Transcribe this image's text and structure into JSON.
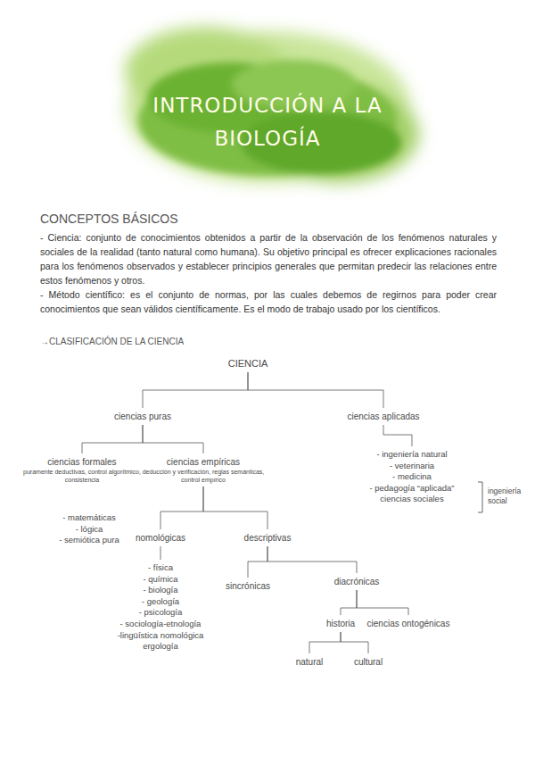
{
  "diagram": {
    "title": "INTRODUCCIÓN A LA BIOLOGÍA",
    "nodes": [
      {
        "text": [
          "CIENCIA"
        ]
      },
      {
        "text": [
          "ciencias puras"
        ]
      },
      {
        "text": [
          "ciencias aplicadas"
        ]
      },
      {
        "text": [
          "ciencias formales",
          "puramente deductivas, control algorítmico, consistencia"
        ]
      },
      {
        "text": [
          "ciencias empíricas",
          "deducción y verificación, reglas semánticas, control empírico"
        ]
      },
      {
        "text": [
          "- matemáticas",
          "- lógica",
          "- semiótica pura"
        ]
      },
      {
        "text": [
          "nomológicas"
        ]
      },
      {
        "text": [
          "descriptivas"
        ]
      },
      {
        "text": [
          "- física",
          "- química",
          "- biología",
          "- geología",
          "- psicología",
          "- sociología-etnología",
          "-lingüística nomológica",
          "ergología"
        ]
      },
      {
        "text": [
          "sincrónicas"
        ]
      },
      {
        "text": [
          "diacrónicas"
        ]
      },
      {
        "text": [
          "historia"
        ]
      },
      {
        "text": [
          "ciencias ontogénicas"
        ]
      },
      {
        "text": [
          "natural"
        ]
      },
      {
        "text": [
          "cultural"
        ]
      },
      {
        "text": [
          "- ingeniería natural",
          "- veterinaria",
          "- medicina",
          "- pedagogía “aplicada”",
          "ciencias sociales"
        ]
      }
    ],
    "edges": [
      {
        "from": 0,
        "to": 1,
        "arrow": "none"
      },
      {
        "from": 0,
        "to": 2,
        "arrow": "none"
      },
      {
        "from": 1,
        "to": 3,
        "arrow": "none"
      },
      {
        "from": 1,
        "to": 4,
        "arrow": "none"
      },
      {
        "from": 4,
        "to": 6,
        "arrow": "none"
      },
      {
        "from": 4,
        "to": 7,
        "arrow": "none"
      },
      {
        "from": 6,
        "to": 8,
        "arrow": "none"
      },
      {
        "from": 7,
        "to": 9,
        "arrow": "none"
      },
      {
        "from": 7,
        "to": 10,
        "arrow": "none"
      },
      {
        "from": 10,
        "to": 11,
        "arrow": "none"
      },
      {
        "from": 10,
        "to": 12,
        "arrow": "none"
      },
      {
        "from": 11,
        "to": 13,
        "arrow": "none"
      },
      {
        "from": 11,
        "to": 14,
        "arrow": "none"
      },
      {
        "from": 2,
        "to": 15,
        "arrow": "none"
      }
    ],
    "labels": [
      "CONCEPTOS BÁSICOS",
      "- Ciencia: conjunto de conocimientos obtenidos a partir de la observación de los fenómenos naturales y sociales de la realidad (tanto natural como humana). Su objetivo principal es ofrecer explicaciones racionales para los fenómenos observados y establecer principios generales que permitan predecir las relaciones entre estos fenómenos y otros.",
      "- Método científico: es el conjunto de normas, por las cuales debemos de regirnos para poder crear conocimientos que sean válidos científicamente. Es el modo de trabajo usado por los científicos.",
      "→CLASIFICACIÓN DE LA CIENCIA",
      "ingeniería social"
    ]
  }
}
